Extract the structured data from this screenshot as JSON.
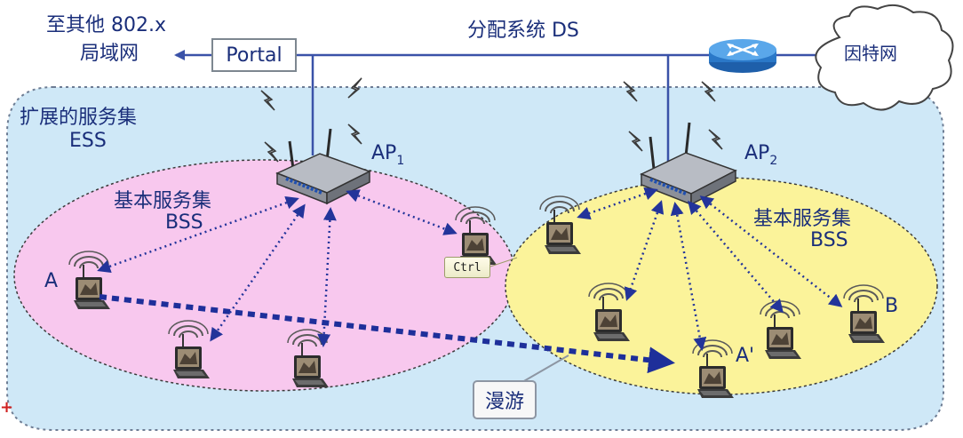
{
  "labels": {
    "other_lan_line1": "至其他 802.x",
    "other_lan_line2": "局域网",
    "portal": "Portal",
    "ds": "分配系统 DS",
    "internet": "因特网",
    "ess_line1": "扩展的服务集",
    "ess_line2": "ESS",
    "ap1_main": "AP",
    "ap1_sub": "1",
    "ap2_main": "AP",
    "ap2_sub": "2",
    "bss1_line1": "基本服务集",
    "bss1_line2": "BSS",
    "bss2_line1": "基本服务集",
    "bss2_line2": "BSS",
    "station_a": "A",
    "station_a_prime": "A'",
    "station_b": "B",
    "ctrl": "Ctrl",
    "roaming": "漫游",
    "corner_mark": "+"
  },
  "colors": {
    "text": "#1a2e7a",
    "line": "#3a52a8",
    "ess_fill": "#cfe8f7",
    "bss1_fill": "#f8c8ee",
    "bss2_fill": "#fbf39a",
    "arrow": "#23349a"
  },
  "icons": {
    "access_point": "access-point-icon",
    "laptop": "laptop-icon",
    "router": "router-icon",
    "cloud": "internet-cloud-icon",
    "lightning": "wireless-lightning-icon"
  }
}
